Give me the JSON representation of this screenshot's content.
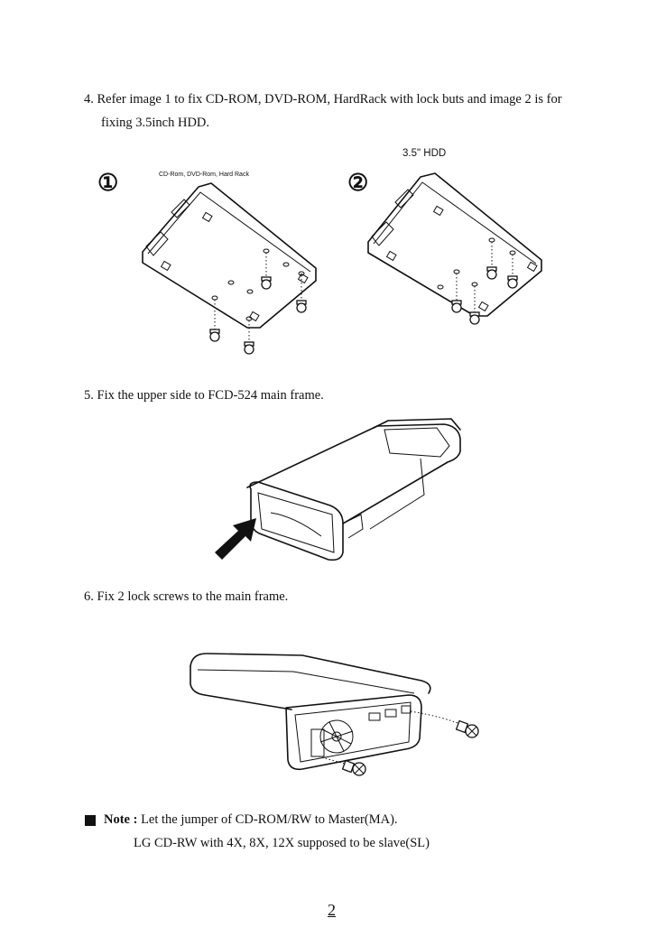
{
  "steps": {
    "step4": {
      "line1": "4. Refer image 1 to fix CD-ROM, DVD-ROM, HardRack with lock buts and image 2 is for",
      "line2": "fixing 3.5inch HDD."
    },
    "step5": {
      "text": "5. Fix the upper side to FCD-524 main frame."
    },
    "step6": {
      "text": "6. Fix 2 lock screws to the main frame."
    }
  },
  "figure1": {
    "badge": "①",
    "caption": "CD-Rom, DVD-Rom, Hard Rack"
  },
  "figure2": {
    "badge": "②",
    "caption": "3.5\" HDD"
  },
  "note": {
    "label": "Note :",
    "line1": " Let the jumper of CD-ROM/RW to Master(MA).",
    "line2": "LG CD-RW with 4X, 8X, 12X supposed to be slave(SL)"
  },
  "page_number": "2"
}
